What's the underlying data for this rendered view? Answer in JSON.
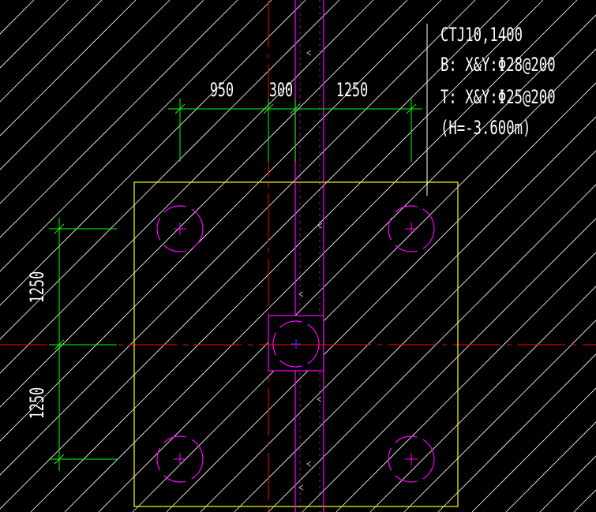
{
  "colors": {
    "background": "#000000",
    "hatch": "#ffffff",
    "dimension": "#00ff00",
    "dimension_text": "#ffffff",
    "cap_outline": "#ffff00",
    "wall": "#ff00ff",
    "pile": "#ff00ff",
    "axis": "#ff0000",
    "center_mark": "#0000ff",
    "annotation": "#ffffff"
  },
  "annotation": {
    "line1": "CTJ10,1400",
    "line2": "B: X&Y:Φ28@200",
    "line3": "T: X&Y:Φ25@200",
    "line4": "(H=-3.600m)"
  },
  "dimensions": {
    "horizontal": [
      "950",
      "300",
      "1250"
    ],
    "vertical": [
      "1250",
      "1250"
    ]
  }
}
